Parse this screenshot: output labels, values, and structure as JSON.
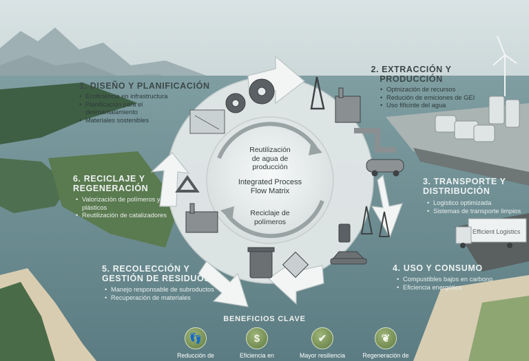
{
  "center": {
    "top": "Reutilización\nde agua de\nproducción",
    "title": "Integrated Process\nFlow Matrix",
    "bottom": "Reciclaje de\npolímeros"
  },
  "stages": [
    {
      "id": "s1",
      "title": "1. DISEÑO Y PLANIFICACIÓN",
      "bullets": [
        "Ecoficiencia en infrastructura",
        "Planificación para el desmantalamiento",
        "Materiales sostenibles"
      ]
    },
    {
      "id": "s2",
      "title": "2. EXTRACCIÓN Y PRODUCCIÓN",
      "bullets": [
        "Optnización de recursos",
        "Redución de emiciones de GEI",
        "Uso fificinte del agua"
      ]
    },
    {
      "id": "s3",
      "title": "3. TRANSPORTE Y DISTRIBUCIÓN",
      "bullets": [
        "Logistico optimizada",
        "Sistemas de transporte limpios"
      ]
    },
    {
      "id": "s4",
      "title": "4. USO Y CONSUMO",
      "bullets": [
        "Compustibles bajos en carbono",
        "Eficiencia energétics"
      ]
    },
    {
      "id": "s5",
      "title": "5. RECOLECCIÓN Y GESTIÓN DE RESIDUOS",
      "bullets": [
        "Manejo responsable de subroductos",
        "Recuperación de materiales"
      ]
    },
    {
      "id": "s6",
      "title": "6. RECICLAJE Y REGENERACIÓN",
      "bullets": [
        "Valorización de polímeros y plásticos",
        "Reutilización de catalizadores"
      ]
    }
  ],
  "benefits": {
    "title": "BENEFICIOS CLAVE",
    "items": [
      {
        "label": "Reducción de",
        "icon": "footprint-icon"
      },
      {
        "label": "Eficiencia en",
        "icon": "dollar-icon"
      },
      {
        "label": "Mayor resiliencia",
        "icon": "shield-icon"
      },
      {
        "label": "Regeneración de",
        "icon": "leaf-icon"
      }
    ]
  },
  "truck_text": "Efficient Logistics",
  "colors": {
    "sky": "#cfdcde",
    "water": "#6f8f94",
    "forest": "#3f5f45",
    "ring": "#e6eaea",
    "arrow": "#f2f4f4",
    "icon": "#4a4f52"
  }
}
